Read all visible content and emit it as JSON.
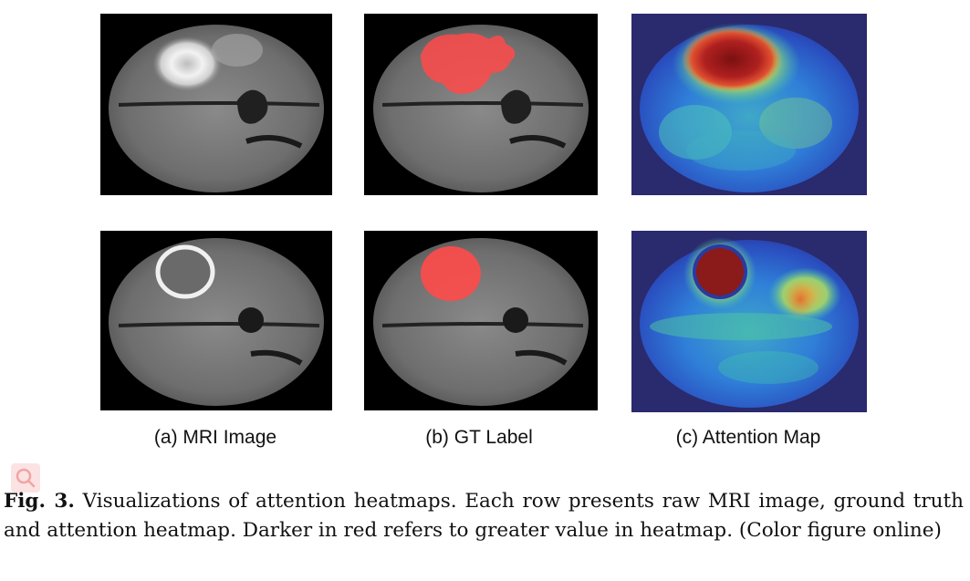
{
  "figure": {
    "columns": [
      {
        "label": "(a) MRI Image"
      },
      {
        "label": "(b) GT Label"
      },
      {
        "label": "(c) Attention Map"
      }
    ],
    "caption": {
      "fig_label": "Fig. 3.",
      "text": "Visualizations of attention heatmaps. Each row presents raw MRI image, ground truth and attention heatmap. Darker in red refers to greater value in heatmap. (Color figure online)"
    },
    "colors": {
      "gt_overlay": "#ff4a4a",
      "heatmap_background": "#2a2a6e",
      "heatmap_low": "#1e60d8",
      "heatmap_mid": "#40c0b0",
      "heatmap_high": "#8b1a1a"
    },
    "icons": [
      "zoom-icon"
    ]
  }
}
